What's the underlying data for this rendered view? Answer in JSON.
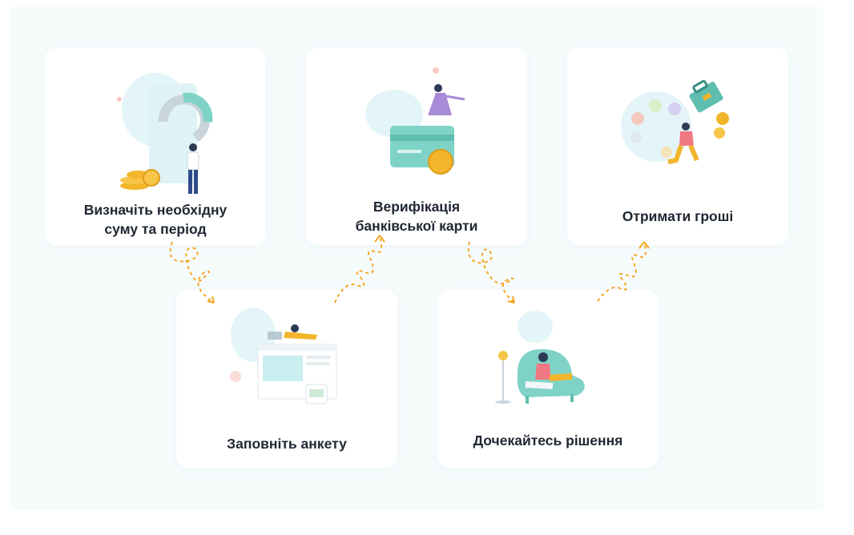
{
  "steps": [
    {
      "label": "Визначіть необхідну\nсуму та період",
      "icon": "coins-and-person-illustration"
    },
    {
      "label": "Верифікація\nбанківської карти",
      "icon": "bank-card-illustration"
    },
    {
      "label": "Отримати гроші",
      "icon": "money-bag-illustration"
    },
    {
      "label": "Заповніть анкету",
      "icon": "laptop-form-illustration"
    },
    {
      "label": "Дочекайтесь рішення",
      "icon": "armchair-waiting-illustration"
    }
  ],
  "colors": {
    "accent_orange": "#f5a623",
    "teal": "#7fd3c6",
    "card_bg": "#ffffff",
    "panel_bg": "#f6fbfc",
    "text": "#202833"
  }
}
